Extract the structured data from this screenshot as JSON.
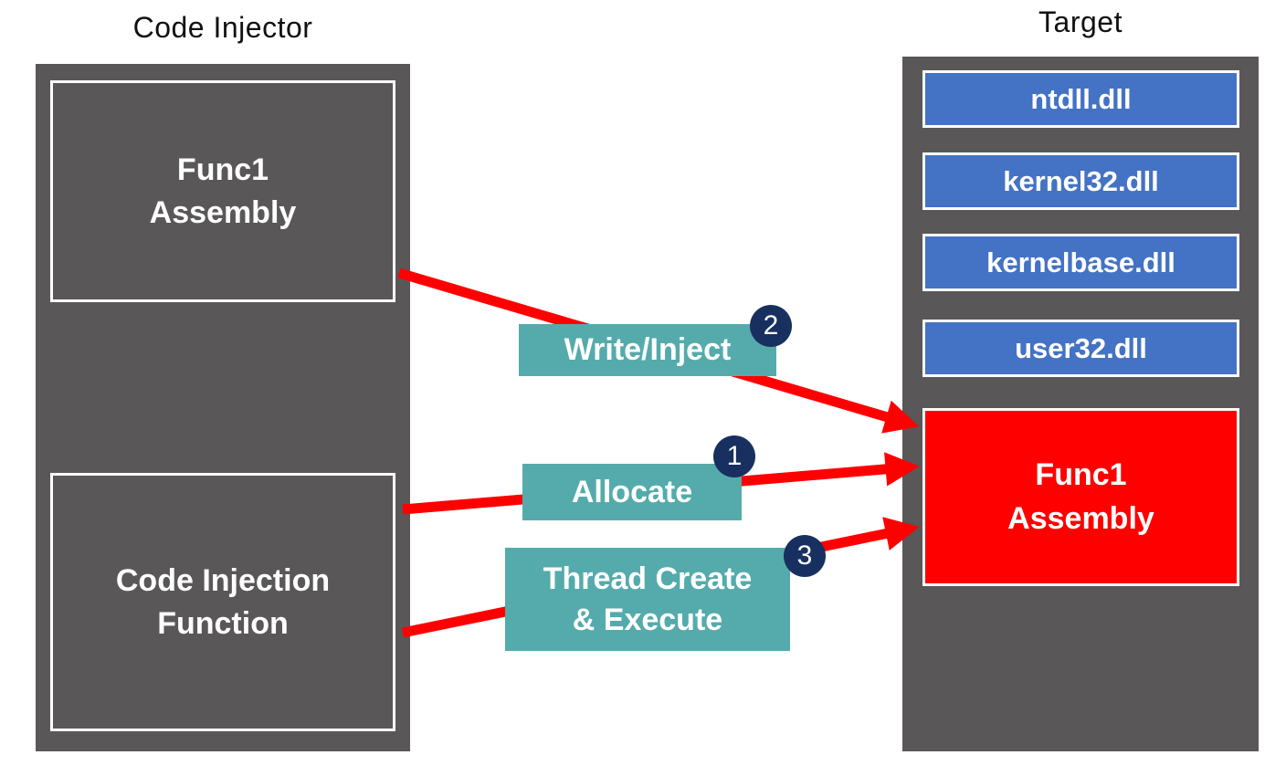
{
  "left_panel": {
    "title": "Code Injector",
    "func1_assembly_label": "Func1\nAssembly",
    "code_injection_function_label": "Code Injection\nFunction"
  },
  "right_panel": {
    "title": "Target",
    "dlls": [
      "ntdll.dll",
      "kernel32.dll",
      "kernelbase.dll",
      "user32.dll"
    ],
    "injected_func1_assembly_label": "Func1\nAssembly"
  },
  "actions": {
    "allocate": {
      "step": "1",
      "label": "Allocate"
    },
    "write_inject": {
      "step": "2",
      "label": "Write/Inject"
    },
    "thread_create_execute": {
      "step": "3",
      "label": "Thread Create\n& Execute"
    }
  },
  "colors": {
    "panel_gray": "#595757",
    "dll_blue": "#4472C4",
    "action_teal": "#55ABAB",
    "step_navy": "#17305F",
    "arrow_red": "#FF0000",
    "injected_red": "#FF0000",
    "box_border_white": "#FFFFFF",
    "title_black": "#111111"
  }
}
